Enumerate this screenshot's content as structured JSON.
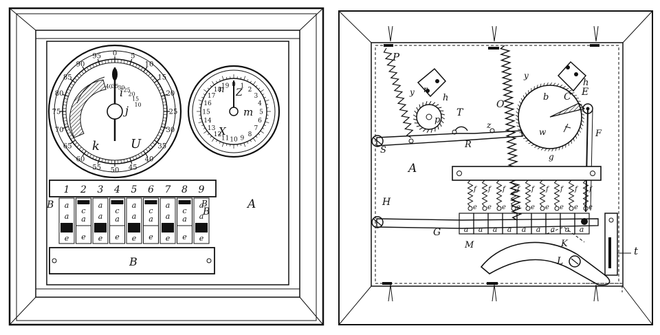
{
  "figures": {
    "front": {
      "main_dial": {
        "outer_ticks": [
          "0",
          "5",
          "10",
          "15",
          "20",
          "25",
          "30",
          "35",
          "40",
          "45",
          "50",
          "55",
          "60",
          "65",
          "70",
          "75",
          "80",
          "85",
          "90",
          "95"
        ],
        "inner_scale_labels": [
          "40",
          "35",
          "30",
          "25",
          "20",
          "15",
          "10"
        ],
        "center_letter": "j",
        "pointer_letter": "i",
        "scale_letter": "k",
        "dial_letter": "U"
      },
      "small_dial": {
        "ticks": [
          "0",
          "1",
          "2",
          "3",
          "4",
          "5",
          "6",
          "7",
          "8",
          "9",
          "10",
          "11",
          "12",
          "13",
          "14",
          "15",
          "16",
          "17",
          "18",
          "19"
        ],
        "letters": [
          "n",
          "Z",
          "m",
          "X"
        ]
      },
      "key_numbers": [
        "1",
        "2",
        "3",
        "4",
        "5",
        "6",
        "7",
        "8",
        "9"
      ],
      "key_letter_a": "a",
      "key_letter_c": "c",
      "key_letter_e": "e",
      "key_strip_letter": "B",
      "bottom_plate_letter": "B",
      "side_letter_left": "B",
      "side_letter_right": "B",
      "panel_letter": "A"
    },
    "back": {
      "labels": {
        "P": "P",
        "y1": "y",
        "r": "r",
        "h1": "h",
        "T": "T",
        "p": "p",
        "O": "O",
        "y2": "y",
        "h2": "h",
        "E": "E",
        "C": "C",
        "b": "b",
        "w": "w",
        "F": "F",
        "g": "g",
        "z": "z",
        "S": "S",
        "R": "R",
        "A": "A",
        "H": "H",
        "G": "G",
        "M": "M",
        "K": "K",
        "L": "L",
        "t": "t",
        "f": "f",
        "e": "e",
        "a": "a"
      }
    }
  }
}
